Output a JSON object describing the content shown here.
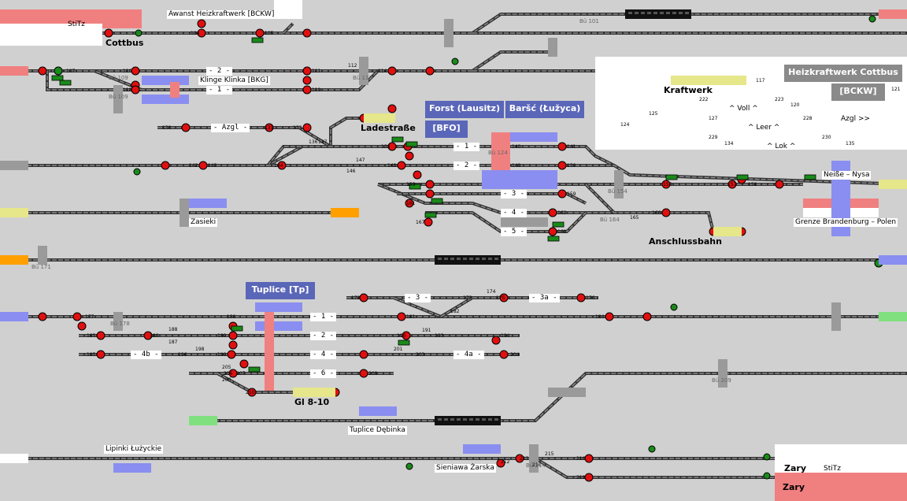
{
  "stations": {
    "cottbus": "Cottbus",
    "stitz_top": "StiTz",
    "awanst": "Awanst Heizkraftwerk [BCKW]",
    "klinge": "Klinge   Klinka   [BKG]",
    "ladestrasse": "Ladestraße",
    "forst": "Forst (Lausitz)",
    "barsc": "Baršć (Łužyca)",
    "bfo": "[BFO]",
    "zasieki": "Zasieki",
    "anschlussbahn": "Anschlussbahn",
    "neisse": "Neiße – Nysa",
    "grenze": "Grenze Brandenburg – Polen",
    "heizkraftwerk": "Heizkraftwerk Cottbus",
    "bckw": "[BCKW]",
    "kraftwerk": "Kraftwerk",
    "voll": "^ Voll ^",
    "leer": "^ Leer ^",
    "lok": "^ Lok ^",
    "azgl": "Azgl >>",
    "tuplice": "Tuplice [Tp]",
    "gl810": "Gl 8-10",
    "tuplice_debinka": "Tuplice Dębinka",
    "lipinki": "Lipinki Łużyckie",
    "sieniawa": "Sieniawa Żarska",
    "zary1": "Zary",
    "zary2": "Zary",
    "stitz_bottom": "StiTz"
  },
  "tracks": {
    "t2_top": "- 2 -",
    "t1_top": "- 1 -",
    "azgl": "- Azgl -",
    "f1": "- 1 -",
    "f2": "- 2 -",
    "f3": "- 3 -",
    "f4": "- 4 -",
    "f5": "- 5 -",
    "t3": "- 3 -",
    "t3a": "- 3a -",
    "t1": "- 1 -",
    "t2": "- 2 -",
    "t4b": "- 4b -",
    "t4": "- 4 -",
    "t4a": "- 4a -",
    "t6": "- 6 -"
  },
  "signals": {
    "s104": "104",
    "s105": "105",
    "s107": "107",
    "s110": "110",
    "s118": "118",
    "s111": "111",
    "s119": "119",
    "s112": "112",
    "s114": "114",
    "s130": "130",
    "s131": "131",
    "s133": "133",
    "s136": "136",
    "s137": "137",
    "s138": "138",
    "s140": "140",
    "s141": "141",
    "s142": "142",
    "s143": "143",
    "s144": "144",
    "s146": "146",
    "s147": "147",
    "s148": "148",
    "s149": "149",
    "s150": "150",
    "s153": "153",
    "s156": "156",
    "s157": "157",
    "s158": "158",
    "s159": "159",
    "s161": "161",
    "s162": "162",
    "s165": "165",
    "s166": "166",
    "s167": "167",
    "s169": "169",
    "s117": "117",
    "s222": "222",
    "s223": "223",
    "s120": "120",
    "s124": "124",
    "s125": "125",
    "s127": "127",
    "s228": "228",
    "s229": "229",
    "s230": "230",
    "s134": "134",
    "s135": "135",
    "s121": "121",
    "s172": "172",
    "s173": "173",
    "s174": "174",
    "s175": "175",
    "s176": "176",
    "s177": "177",
    "s180": "180",
    "s181": "181",
    "s182": "182",
    "s184": "184",
    "s185": "185",
    "s186": "186",
    "s187": "187",
    "s188": "188",
    "s189": "189",
    "s190": "190",
    "s191": "191",
    "s193": "193",
    "s194": "194",
    "s195": "195",
    "s196": "196",
    "s198": "198",
    "s199": "199",
    "s200": "200",
    "s201": "201",
    "s203": "203",
    "s204": "204",
    "s205": "205",
    "s206": "206",
    "s207": "207",
    "s208": "208",
    "s210": "210",
    "s212": "212",
    "s213": "213",
    "s214": "214",
    "s215": "215",
    "s216": "216",
    "s218": "218"
  },
  "blocks": {
    "b101": "Bü 101",
    "b109a": "Bü 109",
    "b109b": "Bü 109",
    "b113": "Bü 113",
    "b124": "Bü 124",
    "b154": "Bü 154",
    "b164": "Bü 164",
    "b171": "Bü 171",
    "b178": "Bü 178",
    "b209": "Bü 209",
    "b214": "Bü 214"
  },
  "colors": {
    "background": "#d0d0d0",
    "track": "#333333",
    "signal_red": "#e01010",
    "signal_green": "#1a8a1a",
    "zone_red": "#f08080",
    "zone_blue": "#8a8ef0",
    "zone_yellow": "#e6e68a",
    "zone_orange": "#ffa000",
    "zone_green": "#80e080",
    "sign_blue": "#5a66b8",
    "sign_grey": "#8a8a8a"
  }
}
